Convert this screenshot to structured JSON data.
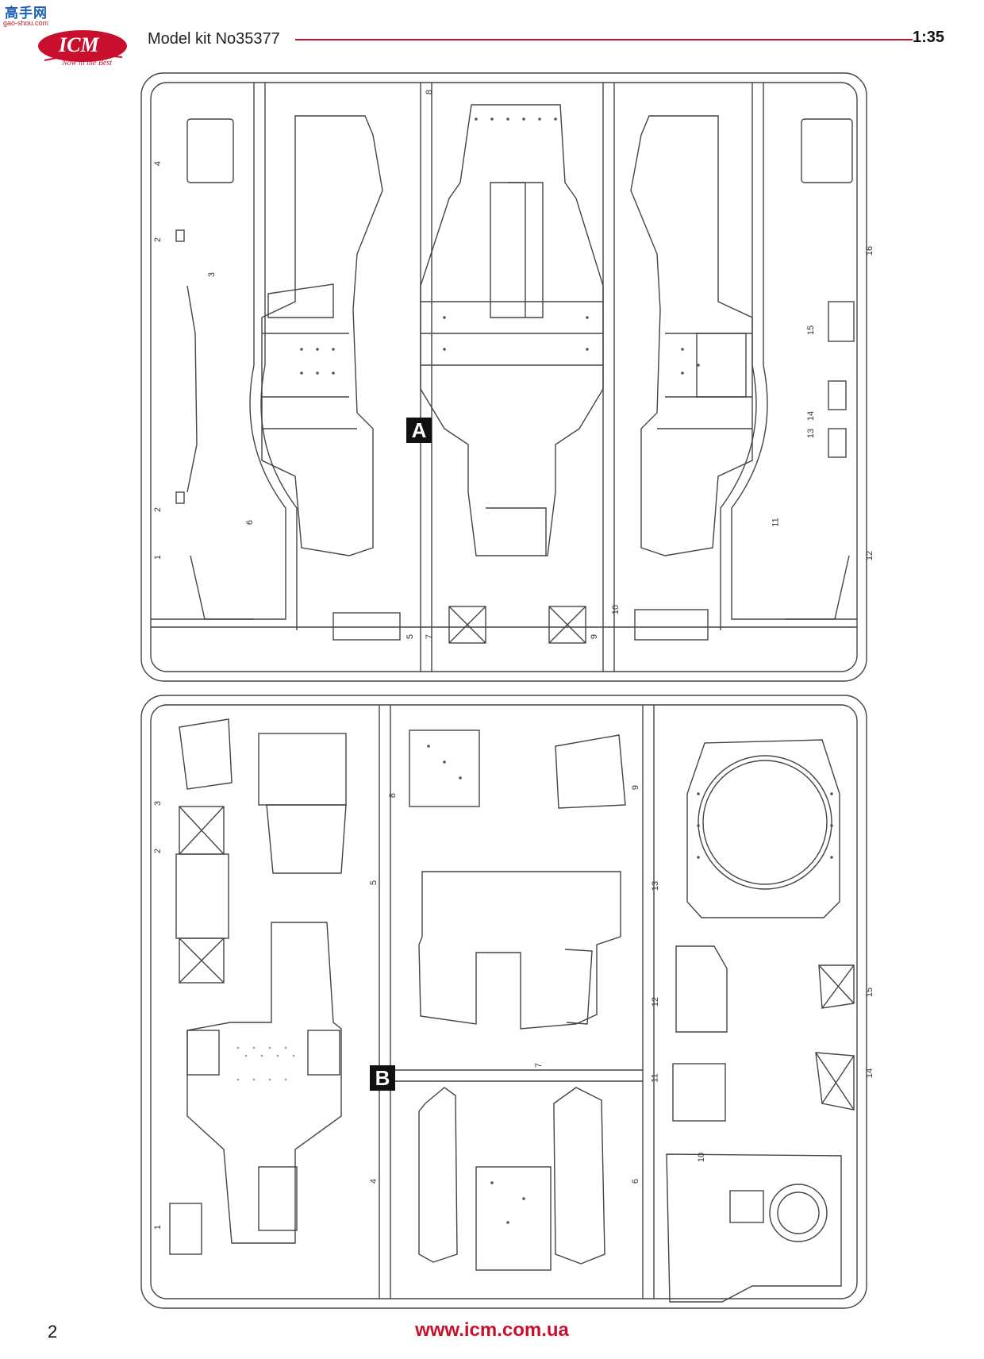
{
  "watermark": {
    "cn": "高手网",
    "url": "gao-shou.com"
  },
  "logo": {
    "brand": "ICM",
    "tagline": "Now in the Best"
  },
  "header": {
    "title": "Model kit No35377",
    "scale": "1:35"
  },
  "sprues": [
    {
      "label": "A",
      "part_numbers": [
        "1",
        "2",
        "2",
        "3",
        "4",
        "5",
        "6",
        "7",
        "8",
        "9",
        "10",
        "11",
        "12",
        "13",
        "14",
        "15",
        "16"
      ]
    },
    {
      "label": "B",
      "part_numbers": [
        "1",
        "2",
        "3",
        "4",
        "5",
        "6",
        "7",
        "8",
        "9",
        "10",
        "11",
        "12",
        "13",
        "14",
        "15"
      ]
    }
  ],
  "footer": {
    "page": "2",
    "url": "www.icm.com.ua"
  }
}
